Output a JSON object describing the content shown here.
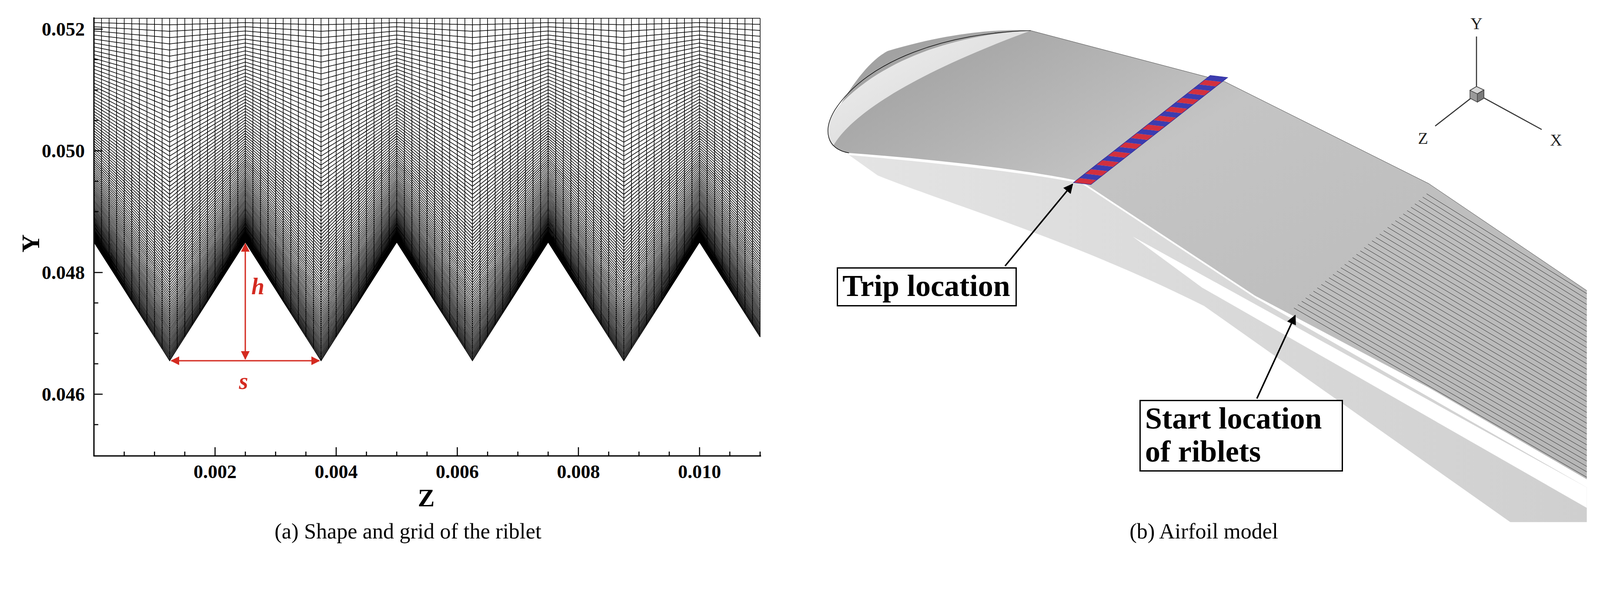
{
  "diagram": {
    "nodes": [
      {
        "text": [
          "Trip location"
        ]
      },
      {
        "text": [
          "Start location of riblets"
        ]
      }
    ],
    "labels": [
      "0.052",
      "0.050",
      "0.048",
      "0.046",
      "Y",
      "0.002",
      "0.004",
      "0.006",
      "0.008",
      "0.010",
      "Z",
      "h",
      "s",
      "Y",
      "Z",
      "X",
      "(a) Shape and grid of the riblet",
      "(b) Airfoil model"
    ]
  }
}
